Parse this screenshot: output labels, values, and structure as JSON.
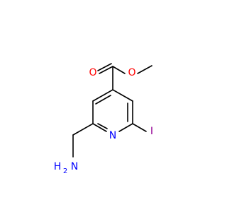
{
  "molecule": {
    "atoms": {
      "carbonyl_oxygen": "O",
      "ester_oxygen": "O",
      "ring_nitrogen": "N",
      "iodine": "I",
      "amine_nitrogen": "N",
      "amine_hydrogen": "H",
      "amine_hydrogen_count": "2"
    },
    "colors": {
      "bond": "#000000",
      "oxygen": "#ff0000",
      "nitrogen": "#0000ff",
      "iodine": "#940094"
    }
  }
}
